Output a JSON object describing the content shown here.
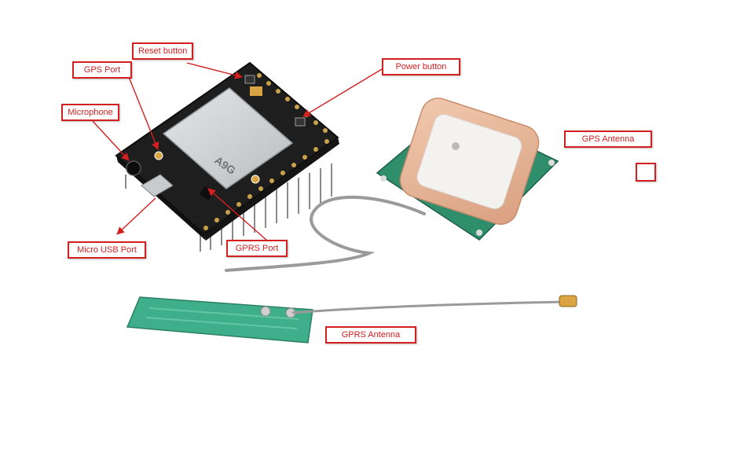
{
  "labels": {
    "reset_button": "Reset button",
    "gps_port": "GPS Port",
    "power_button": "Power button",
    "microphone": "Microphone",
    "gps_antenna": "GPS Antenna",
    "micro_usb_port": "Micro USB Port",
    "gprs_port": "GPRS Port",
    "gprs_antenna": "GPRS Antenna"
  },
  "board": {
    "module_marking": "A9G"
  },
  "colors": {
    "annotation": "#d41f1f",
    "pcb": "#1e1e1e",
    "module_shield": "#cfd3d6",
    "ceramic_patch": "#e8b79a",
    "antenna_pcb": "#3fae8a",
    "cable": "#9a9a9a"
  }
}
